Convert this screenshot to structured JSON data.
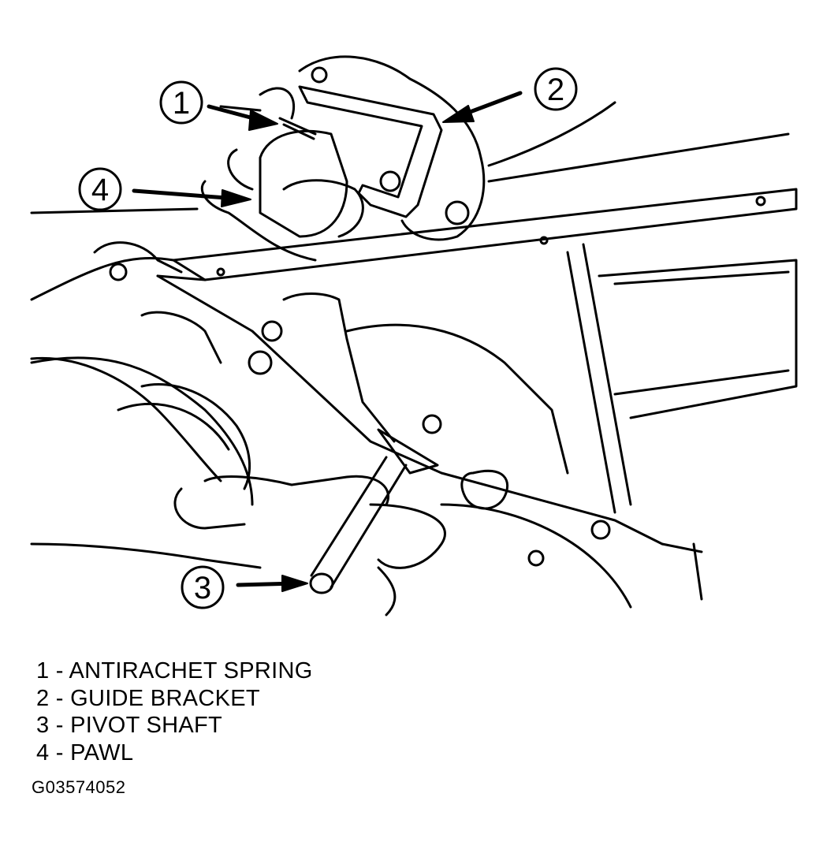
{
  "callouts": [
    {
      "number": "1",
      "label": "ANTIRACHET SPRING"
    },
    {
      "number": "2",
      "label": "GUIDE BRACKET"
    },
    {
      "number": "3",
      "label": "PIVOT SHAFT"
    },
    {
      "number": "4",
      "label": "PAWL"
    }
  ],
  "legend": {
    "items": [
      "1 - ANTIRACHET SPRING",
      "2 - GUIDE BRACKET",
      "3 - PIVOT SHAFT",
      "4 - PAWL"
    ]
  },
  "figure_id": "G03574052",
  "colors": {
    "line": "#000000",
    "background": "#ffffff"
  }
}
